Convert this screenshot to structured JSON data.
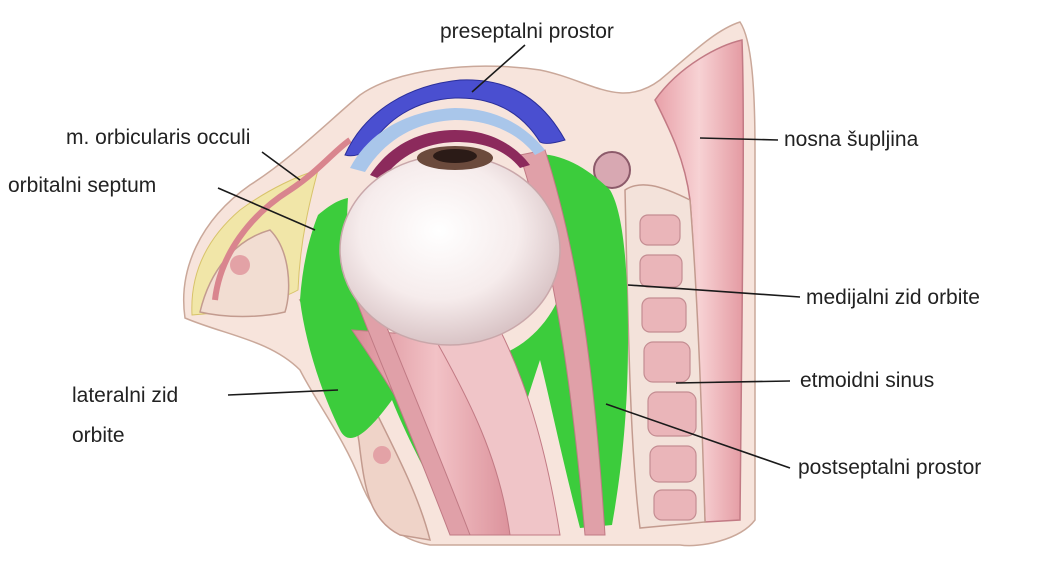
{
  "labels": {
    "preseptal": "preseptalni prostor",
    "orbicularis": "m. orbicularis occuli",
    "septum": "orbitalni septum",
    "nasal": "nosna šupljina",
    "medial_wall": "medijalni zid orbite",
    "lateral_wall_line1": "lateralni zid",
    "lateral_wall_line2": "orbite",
    "ethmoid": "etmoidni sinus",
    "postseptal": "postseptalni prostor"
  },
  "colors": {
    "preseptal_space": "#4a4fd0",
    "postseptal_space": "#3ccc3c",
    "muscle": "#e3a6ad",
    "bone": "#f2ddd2",
    "sinus": "#e9b7bb",
    "skin": "#f7d8cf",
    "fat": "#f1e6a8"
  }
}
